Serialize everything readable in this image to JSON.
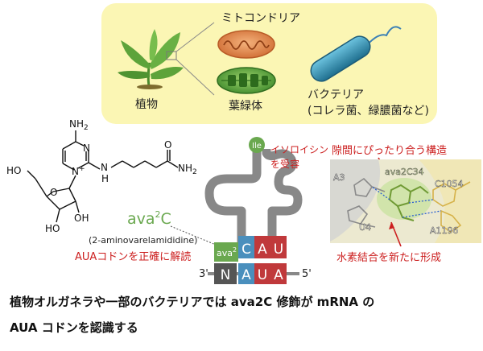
{
  "top_panel": {
    "mitochondria_label": "ミトコンドリア",
    "plant_label": "植物",
    "chloroplast_label": "葉緑体",
    "bacteria_label": "バクテリア",
    "bacteria_note": "(コレラ菌、緑膿菌など)"
  },
  "molecule": {
    "amine_top": "NH",
    "amine_top_sub": "2",
    "ring_n1": "N",
    "ring_n_plus": "N",
    "charge": "+",
    "linker_nh": "N",
    "linker_h": "H",
    "terminal_amine": "NH",
    "terminal_amine_sub": "2",
    "carbonyl_o": "O",
    "ho_left": "HO",
    "ribose_o": "O",
    "oh_bottom_left": "HO",
    "oh_bottom_right": "OH"
  },
  "ava2c": {
    "name_base": "ava",
    "name_sup": "2",
    "name_end": "C",
    "full_name": "(2-aminovarelamididine)",
    "decode_label": "AUAコドンを正確に解読"
  },
  "trna": {
    "amino_acid": "Ile",
    "ile_label_line1": "イソロイシン",
    "ile_label_line2": "を受容",
    "mod_label_base": "ava",
    "mod_label_sup": "2",
    "anticodon": [
      "C",
      "A",
      "U"
    ],
    "codon": [
      "N",
      "A",
      "U",
      "A"
    ],
    "three_prime": "3'",
    "five_prime": "5'"
  },
  "structure": {
    "fit_label": "隙間にぴったり合う構造",
    "hbond_label": "水素結合を新たに形成",
    "residue_labels": [
      "A3",
      "ava2C34",
      "C1054",
      "U4",
      "A1196"
    ]
  },
  "caption": {
    "line1": "植物オルガネラや一部のバクテリアでは ava2C 修飾が mRNA の",
    "line2": "AUA コドンを認識する"
  },
  "colors": {
    "panel_bg": "#fbf6b4",
    "red": "#cc1f1f",
    "green": "#6aa84f",
    "trna_gray": "#888888",
    "dark_box": "#555555",
    "blue_box": "#4a8fbd",
    "red_box": "#c0393b",
    "highlight_green": "#9bc25a"
  }
}
